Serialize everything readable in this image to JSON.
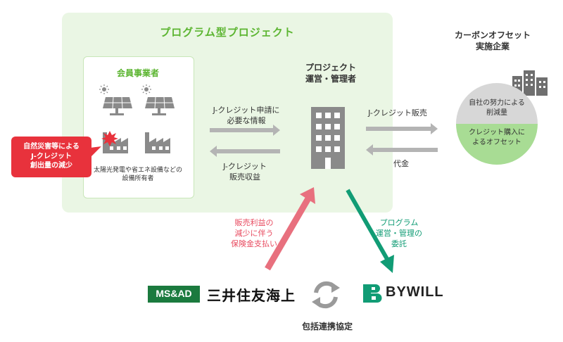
{
  "program": {
    "title": "プログラム型プロジェクト"
  },
  "member": {
    "title": "会員事業者",
    "caption": "太陽光発電や省エネ設備などの\n設備所有者",
    "icons": [
      "solar-panel-icon",
      "solar-panel-icon",
      "factory-damaged-icon",
      "factory-icon"
    ]
  },
  "disaster": {
    "text": "自然災害等による\nJ-クレジット\n創出量の減少"
  },
  "manager": {
    "label": "プロジェクト\n運営・管理者",
    "icon": "office-building-icon"
  },
  "arrows": {
    "apply": "J-クレジット申請に\n必要な情報",
    "revenue": "J-クレジット\n販売収益",
    "sale": "J-クレジット販売",
    "payment": "代金",
    "insurance": "販売利益の\n減少に伴う\n保険金支払い",
    "delegation": "プログラム\n運営・管理の\n委託"
  },
  "offset_company": {
    "label": "カーボンオフセット\n実施企業",
    "icon": "city-buildings-icon",
    "own_reduction": "自社の努力による\n削減量",
    "credit_purchase": "クレジット購入に\nよるオフセット"
  },
  "partners": {
    "msad_logo": "MS&AD",
    "msad_name": "三井住友海上",
    "bywill_name": "BYWILL",
    "agreement": "包括連携協定"
  },
  "colors": {
    "green": "#5cb531",
    "red": "#e8323c",
    "pink": "#e8707e",
    "teal": "#119c75",
    "gray": "#8a8a8a"
  }
}
